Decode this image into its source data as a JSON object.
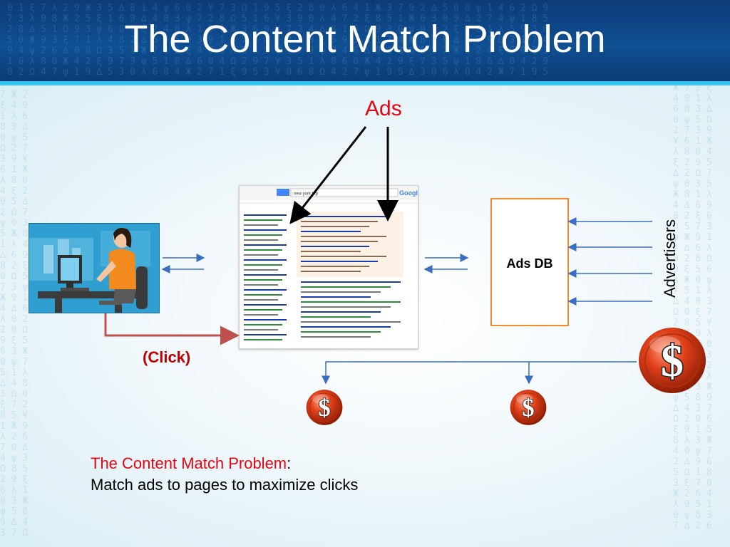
{
  "slide": {
    "title": "The Content Match Problem"
  },
  "diagram": {
    "ads_label": "Ads",
    "ads_db_label": "Ads DB",
    "advertisers_label": "Advertisers",
    "click_label": "(Click)",
    "coin_icon": "dollar-coin-icon",
    "colors": {
      "ads_red": "#e30613",
      "click_red": "#c00000",
      "arrow_blue": "#3a6ec2",
      "click_path": "#c0504d",
      "db_border": "#f08a2c",
      "header_blue": "#0f4f92",
      "accent_cyan": "#36c6ef"
    }
  },
  "search_page": {
    "query": "new york trip",
    "engine": "Google"
  },
  "bottom": {
    "problem_name": "The Content Match Problem",
    "colon": ":",
    "description": "Match ads to pages to maximize clicks"
  }
}
